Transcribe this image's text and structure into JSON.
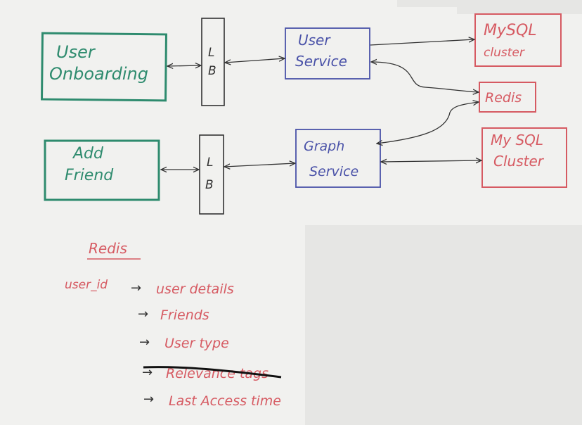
{
  "diagram": {
    "clients": {
      "user_onboarding": {
        "line1": "User",
        "line2": "Onboarding"
      },
      "add_friend": {
        "line1": "Add",
        "line2": "Friend"
      }
    },
    "load_balancers": {
      "top": {
        "l": "L",
        "b": "B"
      },
      "bottom": {
        "l": "L",
        "b": "B"
      }
    },
    "services": {
      "user_service": {
        "line1": "User",
        "line2": "Service"
      },
      "graph_service": {
        "line1": "Graph",
        "line2": "Service"
      }
    },
    "datastores": {
      "mysql_top": {
        "line1": "MySQL",
        "line2": "cluster"
      },
      "redis": {
        "label": "Redis"
      },
      "mysql_bottom": {
        "line1": "My SQL",
        "line2": "Cluster"
      }
    },
    "notes": {
      "heading": "Redis",
      "key": "user_id",
      "items": [
        "user details",
        "Friends",
        "User type",
        "Relevance tags",
        "Last Access time"
      ]
    }
  },
  "colors": {
    "board": "#f1f1ef",
    "client_green": "#2e8b6e",
    "lb_dark": "#333333",
    "service_blue": "#4a52a8",
    "datastore_red": "#d65a62"
  }
}
